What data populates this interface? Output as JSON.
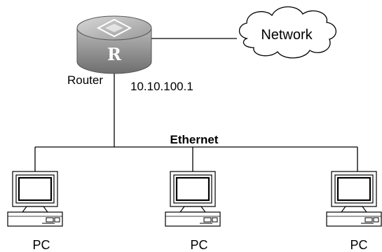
{
  "router": {
    "label": "Router",
    "ip": "10.10.100.1",
    "emblem": "R",
    "icon": "router-icon"
  },
  "network": {
    "label": "Network",
    "icon": "cloud-icon"
  },
  "ethernet": {
    "label": "Ethernet"
  },
  "pcs": [
    {
      "label": "PC",
      "icon": "pc-icon"
    },
    {
      "label": "PC",
      "icon": "pc-icon"
    },
    {
      "label": "PC",
      "icon": "pc-icon"
    }
  ]
}
